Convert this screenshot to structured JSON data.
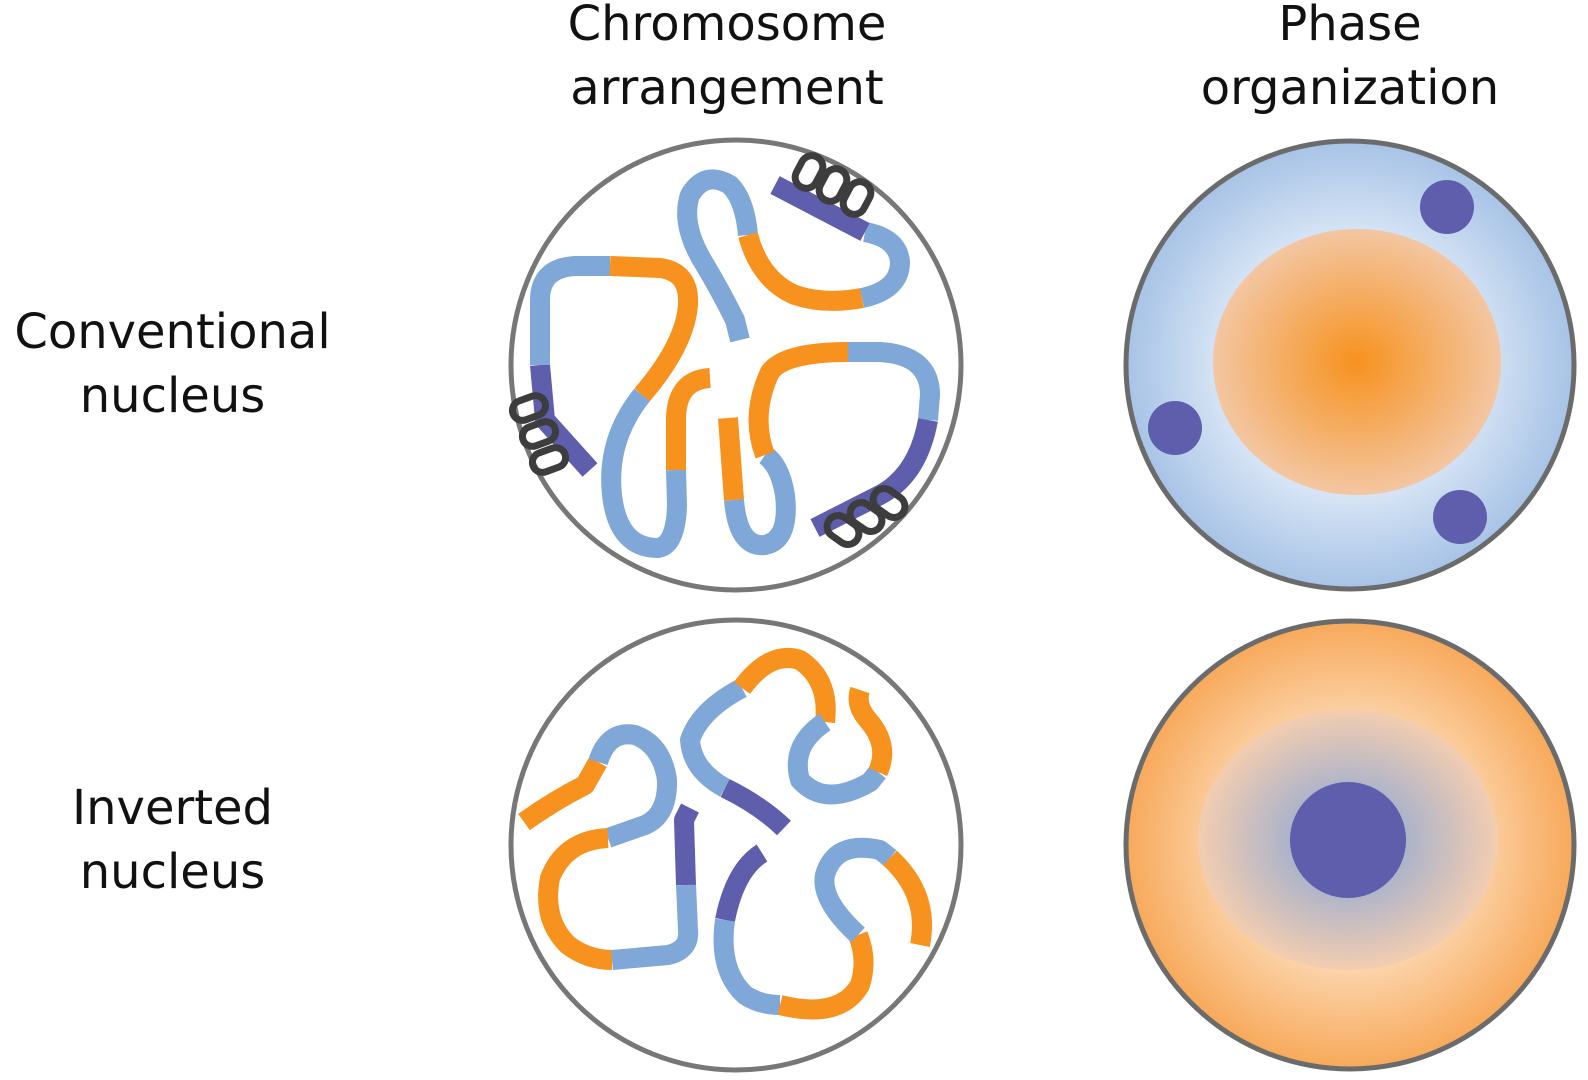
{
  "columns": {
    "chromosome_arrangement": [
      "Chromosome",
      "arrangement"
    ],
    "phase_organization": [
      "Phase",
      "organization"
    ]
  },
  "rows": {
    "conventional": [
      "Conventional",
      "nucleus"
    ],
    "inverted": [
      "Inverted",
      "nucleus"
    ]
  },
  "colors": {
    "euchromatin": "#f7921e",
    "facultative_heterochromatin": "#7fa7d8",
    "constitutive_heterochromatin": "#5e5ead",
    "lamina_tether": "#3d3d3d",
    "nuclear_envelope": "#777777",
    "conventional_phase_bg": "#c3d6ee",
    "inverted_phase_bg": "#f9b36c"
  }
}
